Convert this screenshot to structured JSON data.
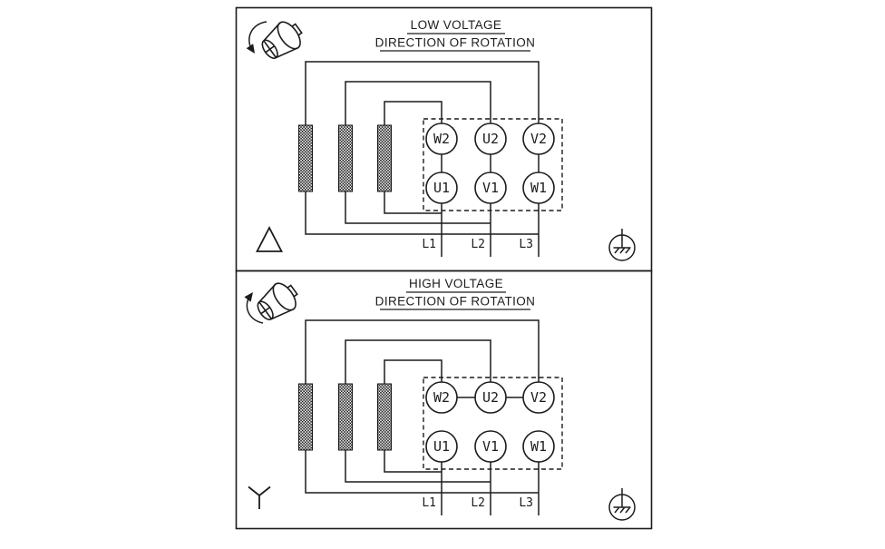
{
  "colors": {
    "ink": "#1c1c1c",
    "background": "#ffffff"
  },
  "panels": [
    {
      "title": "LOW VOLTAGE",
      "subtitle": "DIRECTION OF ROTATION",
      "rotation": "counterclockwise",
      "winding_connection": "delta",
      "terminals_top": [
        "W2",
        "U2",
        "V2"
      ],
      "terminals_bottom": [
        "U1",
        "V1",
        "W1"
      ],
      "leads": [
        "L1",
        "L2",
        "L3"
      ]
    },
    {
      "title": "HIGH VOLTAGE",
      "subtitle": "DIRECTION OF ROTATION",
      "rotation": "clockwise",
      "winding_connection": "star",
      "terminals_top": [
        "W2",
        "U2",
        "V2"
      ],
      "terminals_bottom": [
        "U1",
        "V1",
        "W1"
      ],
      "leads": [
        "L1",
        "L2",
        "L3"
      ]
    }
  ]
}
